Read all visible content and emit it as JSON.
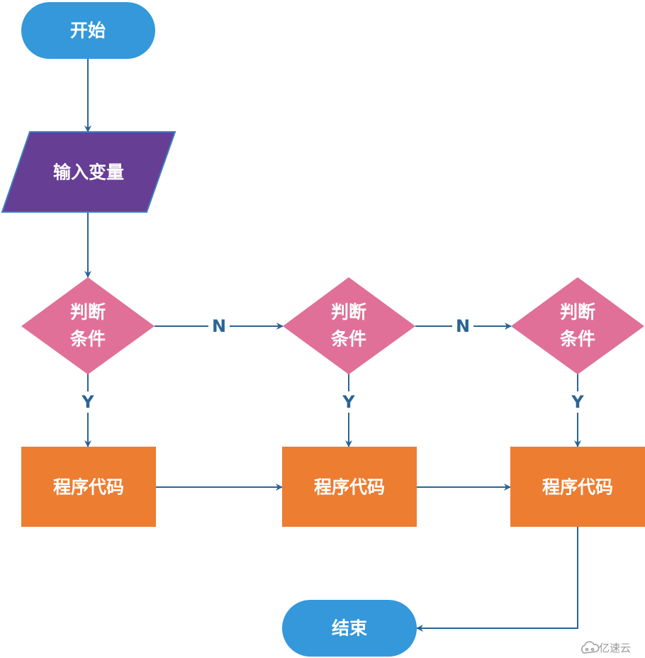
{
  "nodes": {
    "start": {
      "label": "开始",
      "color": "#3498db"
    },
    "input": {
      "label": "输入变量",
      "color": "#663e94"
    },
    "decision_1": {
      "line1": "判断",
      "line2": "条件",
      "color": "#e07097"
    },
    "decision_2": {
      "line1": "判断",
      "line2": "条件",
      "color": "#e07097"
    },
    "decision_3": {
      "line1": "判断",
      "line2": "条件",
      "color": "#e07097"
    },
    "process_1": {
      "label": "程序代码",
      "color": "#ed7d31"
    },
    "process_2": {
      "label": "程序代码",
      "color": "#ed7d31"
    },
    "process_3": {
      "label": "程序代码",
      "color": "#ed7d31"
    },
    "end": {
      "label": "结束",
      "color": "#3498db"
    }
  },
  "edge_labels": {
    "no_1": "N",
    "no_2": "N",
    "yes_1": "Y",
    "yes_2": "Y",
    "yes_3": "Y"
  },
  "edge_color": "#2a6496",
  "watermark": {
    "text": "亿速云",
    "icon": "cloud-logo-icon"
  }
}
